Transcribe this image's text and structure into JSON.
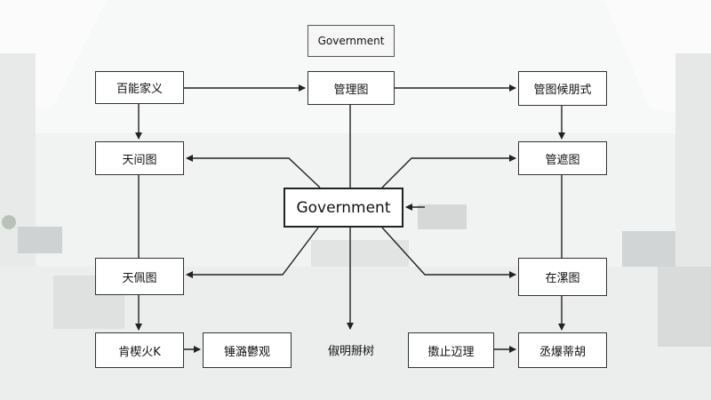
{
  "diagram": {
    "top_title": "Government",
    "center_title": "Government",
    "row1": {
      "left": "百能家义",
      "center": "管理图",
      "right": "管图候朋式"
    },
    "row2": {
      "left": "天间图",
      "right": "管遮图"
    },
    "row3": {
      "left": "天佩图",
      "right": "在漯图"
    },
    "bottom": [
      "肯楔火K",
      "锤潞鬱观",
      "俶明掰树",
      "擞止迈理",
      "丞爆蒂胡"
    ]
  },
  "colors": {
    "line": "#222222",
    "box_border": "#333333",
    "box_fill": "#ffffff",
    "background": "#f3f4f4"
  }
}
